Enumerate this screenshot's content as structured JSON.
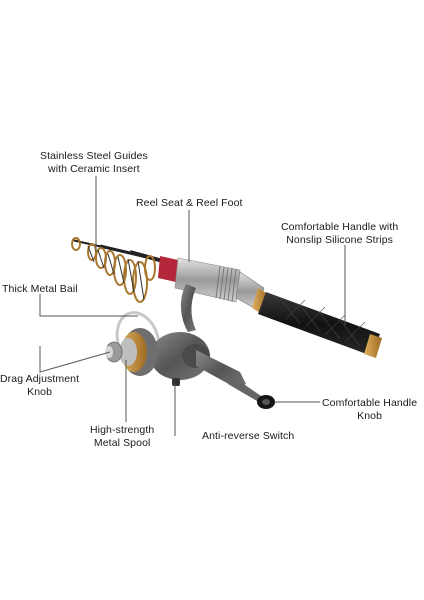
{
  "callouts": {
    "guides": {
      "line1": "Stainless Steel Guides",
      "line2": "with Ceramic Insert"
    },
    "reel_seat": {
      "line1": "Reel Seat & Reel Foot"
    },
    "handle": {
      "line1": "Comfortable Handle with",
      "line2": "Nonslip Silicone Strips"
    },
    "bail": {
      "line1": "Thick Metal Bail"
    },
    "drag": {
      "line1": "Drag Adjustment",
      "line2": "Knob"
    },
    "spool": {
      "line1": "High-strength",
      "line2": "Metal Spool"
    },
    "anti_reverse": {
      "line1": "Anti-reverse Switch"
    },
    "handle_knob": {
      "line1": "Comfortable Handle",
      "line2": "Knob"
    }
  },
  "colors": {
    "leader_line": "#555555",
    "rod_black": "#1c1c1c",
    "rod_silver": "#b9b9b9",
    "accent_red": "#b4263a",
    "gold": "#c8963e"
  }
}
